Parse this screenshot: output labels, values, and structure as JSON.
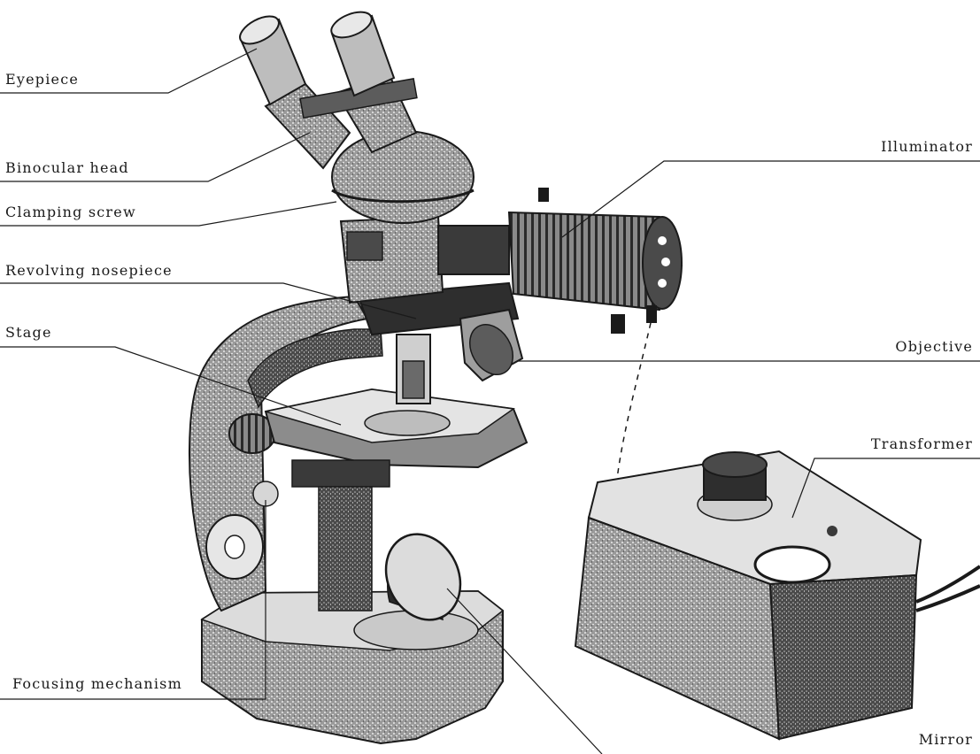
{
  "diagram": {
    "labels": {
      "eyepiece": "Eyepiece",
      "binocular_head": "Binocular head",
      "clamping_screw": "Clamping screw",
      "revolving_nosepiece": "Revolving nosepiece",
      "stage": "Stage",
      "focusing_mechanism": "Focusing mechanism",
      "illuminator": "Illuminator",
      "objective": "Objective",
      "transformer": "Transformer",
      "mirror": "Mirror"
    },
    "colors": {
      "ink": "#1a1a1a",
      "shade": "#6b6b6b",
      "paper": "#ffffff"
    }
  }
}
